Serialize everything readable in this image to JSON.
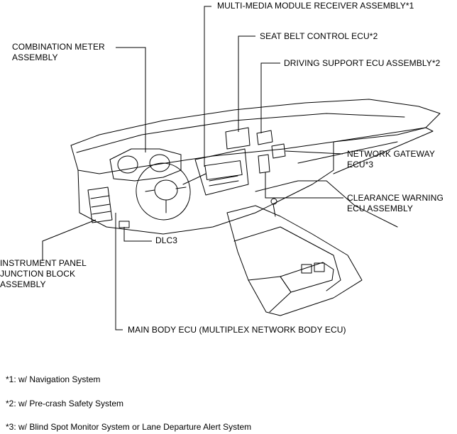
{
  "labels": {
    "multimedia": "MULTI-MEDIA MODULE RECEIVER ASSEMBLY*1",
    "seat_belt": "SEAT BELT CONTROL ECU*2",
    "driving_support": "DRIVING SUPPORT ECU ASSEMBLY*2",
    "combination_meter": "COMBINATION METER\nASSEMBLY",
    "network_gateway": "NETWORK GATEWAY\nECU*3",
    "clearance_warning": "CLEARANCE WARNING\nECU ASSEMBLY",
    "dlc3": "DLC3",
    "instrument_panel_jb": "INSTRUMENT PANEL\nJUNCTION BLOCK\nASSEMBLY",
    "main_body_ecu": "MAIN BODY ECU (MULTIPLEX NETWORK BODY ECU)"
  },
  "footnotes": [
    "*1: w/ Navigation System",
    "*2: w/ Pre-crash Safety System",
    "*3: w/ Blind Spot Monitor System or Lane Departure Alert System"
  ]
}
